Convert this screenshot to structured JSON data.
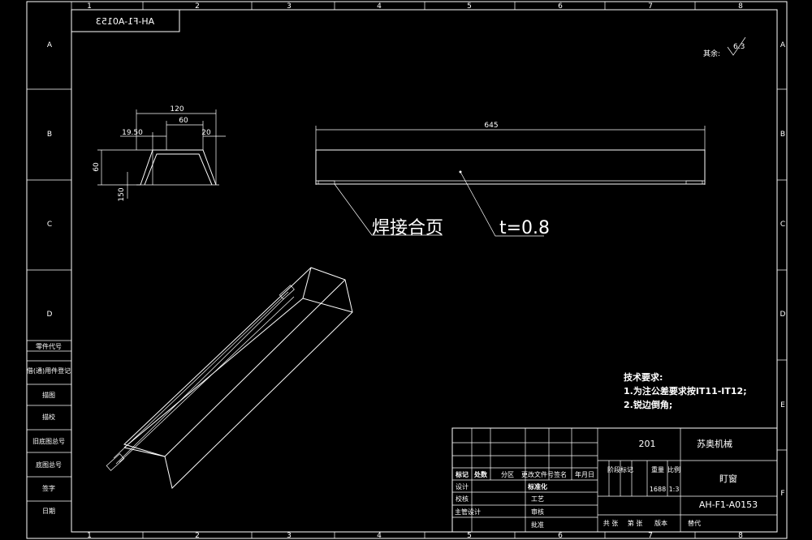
{
  "frame": {
    "columns": [
      "1",
      "2",
      "3",
      "4",
      "5",
      "6",
      "7",
      "8"
    ],
    "rows": [
      "A",
      "B",
      "C",
      "D",
      "E",
      "F"
    ]
  },
  "drawing_code_mirrored": "AH-F1-A0153",
  "surface_finish": {
    "label": "其余:",
    "value": "6.3"
  },
  "profile_dims": {
    "top": "120",
    "mid": "60",
    "left": "19.50",
    "right": "20",
    "height": "60",
    "bottom": "150"
  },
  "side_view": {
    "length": "645"
  },
  "callouts": {
    "hinge": "焊接合页",
    "thickness": "t=0.8"
  },
  "tech_requirements": {
    "title": "技术要求:",
    "items": [
      "1.为注公差要求按IT11-IT12;",
      "2.锐边倒角;"
    ]
  },
  "left_column": [
    "零件代号",
    "借(通)用件登记",
    "描图",
    "描校",
    "旧底图总号",
    "底图总号",
    "签字",
    "日期"
  ],
  "title_block": {
    "material": "201",
    "company": "苏奥机械",
    "part_name": "盯窗",
    "drawing_no": "AH-F1-A0153",
    "header_labels": [
      "标记",
      "处数",
      "分区",
      "更改文件号",
      "签名",
      "年月日"
    ],
    "stage_label": "阶段标记",
    "weight_label": "重量",
    "scale_label": "比例",
    "weight_value": "1688",
    "scale_value": "1:3",
    "roles": [
      "设计",
      "校核",
      "主管设计"
    ],
    "roles2": [
      "标准化",
      "工艺",
      "审核",
      "批准"
    ],
    "bottom_labels": [
      "共 张",
      "第 张",
      "版本",
      "替代"
    ]
  }
}
